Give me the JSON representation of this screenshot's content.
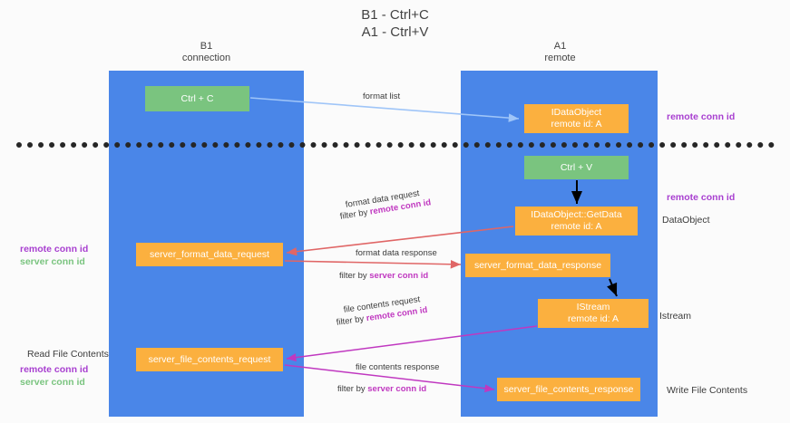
{
  "title": "B1 - Ctrl+C\nA1 - Ctrl+V",
  "columns": {
    "left": "B1\nconnection",
    "right": "A1\nremote"
  },
  "colors": {
    "lane": "#4a86e8",
    "action_box": "#7ac47f",
    "message_box": "#fbb03f",
    "remote_conn_id": "#a83fd0",
    "server_conn_id": "#7ac47f",
    "inline_highlight": "#c038c0",
    "arrow_format_list": "#9fc5f8",
    "arrow_format_data": "#e06666",
    "arrow_file_contents": "#c038c0",
    "arrow_internal": "#000000",
    "divider": "#262626"
  },
  "boxes": {
    "ctrl_c": "Ctrl + C",
    "data_object": "IDataObject\nremote id: A",
    "ctrl_v": "Ctrl + V",
    "get_data": "IDataObject::GetData\nremote id: A",
    "server_format_data_request": "server_format_data_request",
    "server_format_data_response": "server_format_data_response",
    "istream": "IStream\nremote id: A",
    "server_file_contents_request": "server_file_contents_request",
    "server_file_contents_response": "server_file_contents_response"
  },
  "side_labels": {
    "remote_conn_id_top": "remote conn id",
    "remote_conn_id_mid": "remote conn id",
    "data_object": "DataObject",
    "istream": "Istream",
    "write_file_contents": "Write File Contents",
    "read_file_contents": "Read File Contents",
    "legend_remote": "remote conn id",
    "legend_server": "server conn id",
    "legend2_remote": "remote conn id",
    "legend2_server": "server conn id"
  },
  "arrow_labels": {
    "format_list": "format list",
    "format_data_request": "format data request",
    "format_data_request_filter_prefix": "filter by ",
    "format_data_request_filter_key": "remote conn id",
    "format_data_response": "format data response",
    "format_data_response_filter_prefix": "filter by ",
    "format_data_response_filter_key": "server conn id",
    "file_contents_request": "file contents request",
    "file_contents_request_filter_prefix": "filter by ",
    "file_contents_request_filter_key": "remote conn id",
    "file_contents_response": "file contents response",
    "file_contents_response_filter_prefix": "filter by ",
    "file_contents_response_filter_key": "server conn id"
  }
}
